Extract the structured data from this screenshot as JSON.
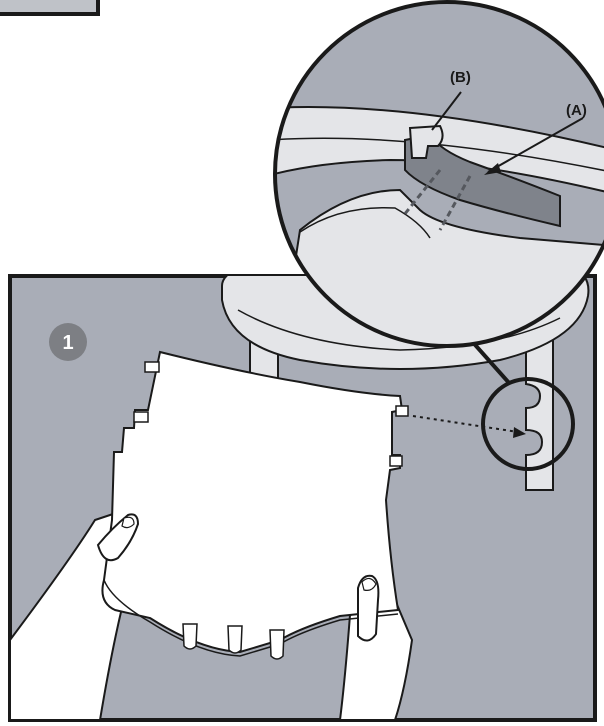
{
  "step": {
    "number": "1"
  },
  "callouts": {
    "a": "(A)",
    "b": "(B)"
  },
  "colors": {
    "background_panel": "#a9adb7",
    "outline": "#1a1a1a",
    "part_fill": "#ffffff",
    "stool_fill": "#e4e5e8",
    "step_badge": "#7d7f84",
    "slot_fill": "#7f838b"
  },
  "icons": [
    "step-badge",
    "hands",
    "side-panel",
    "stool-seat",
    "zoom-magnifier-circle",
    "dotted-arrow"
  ]
}
